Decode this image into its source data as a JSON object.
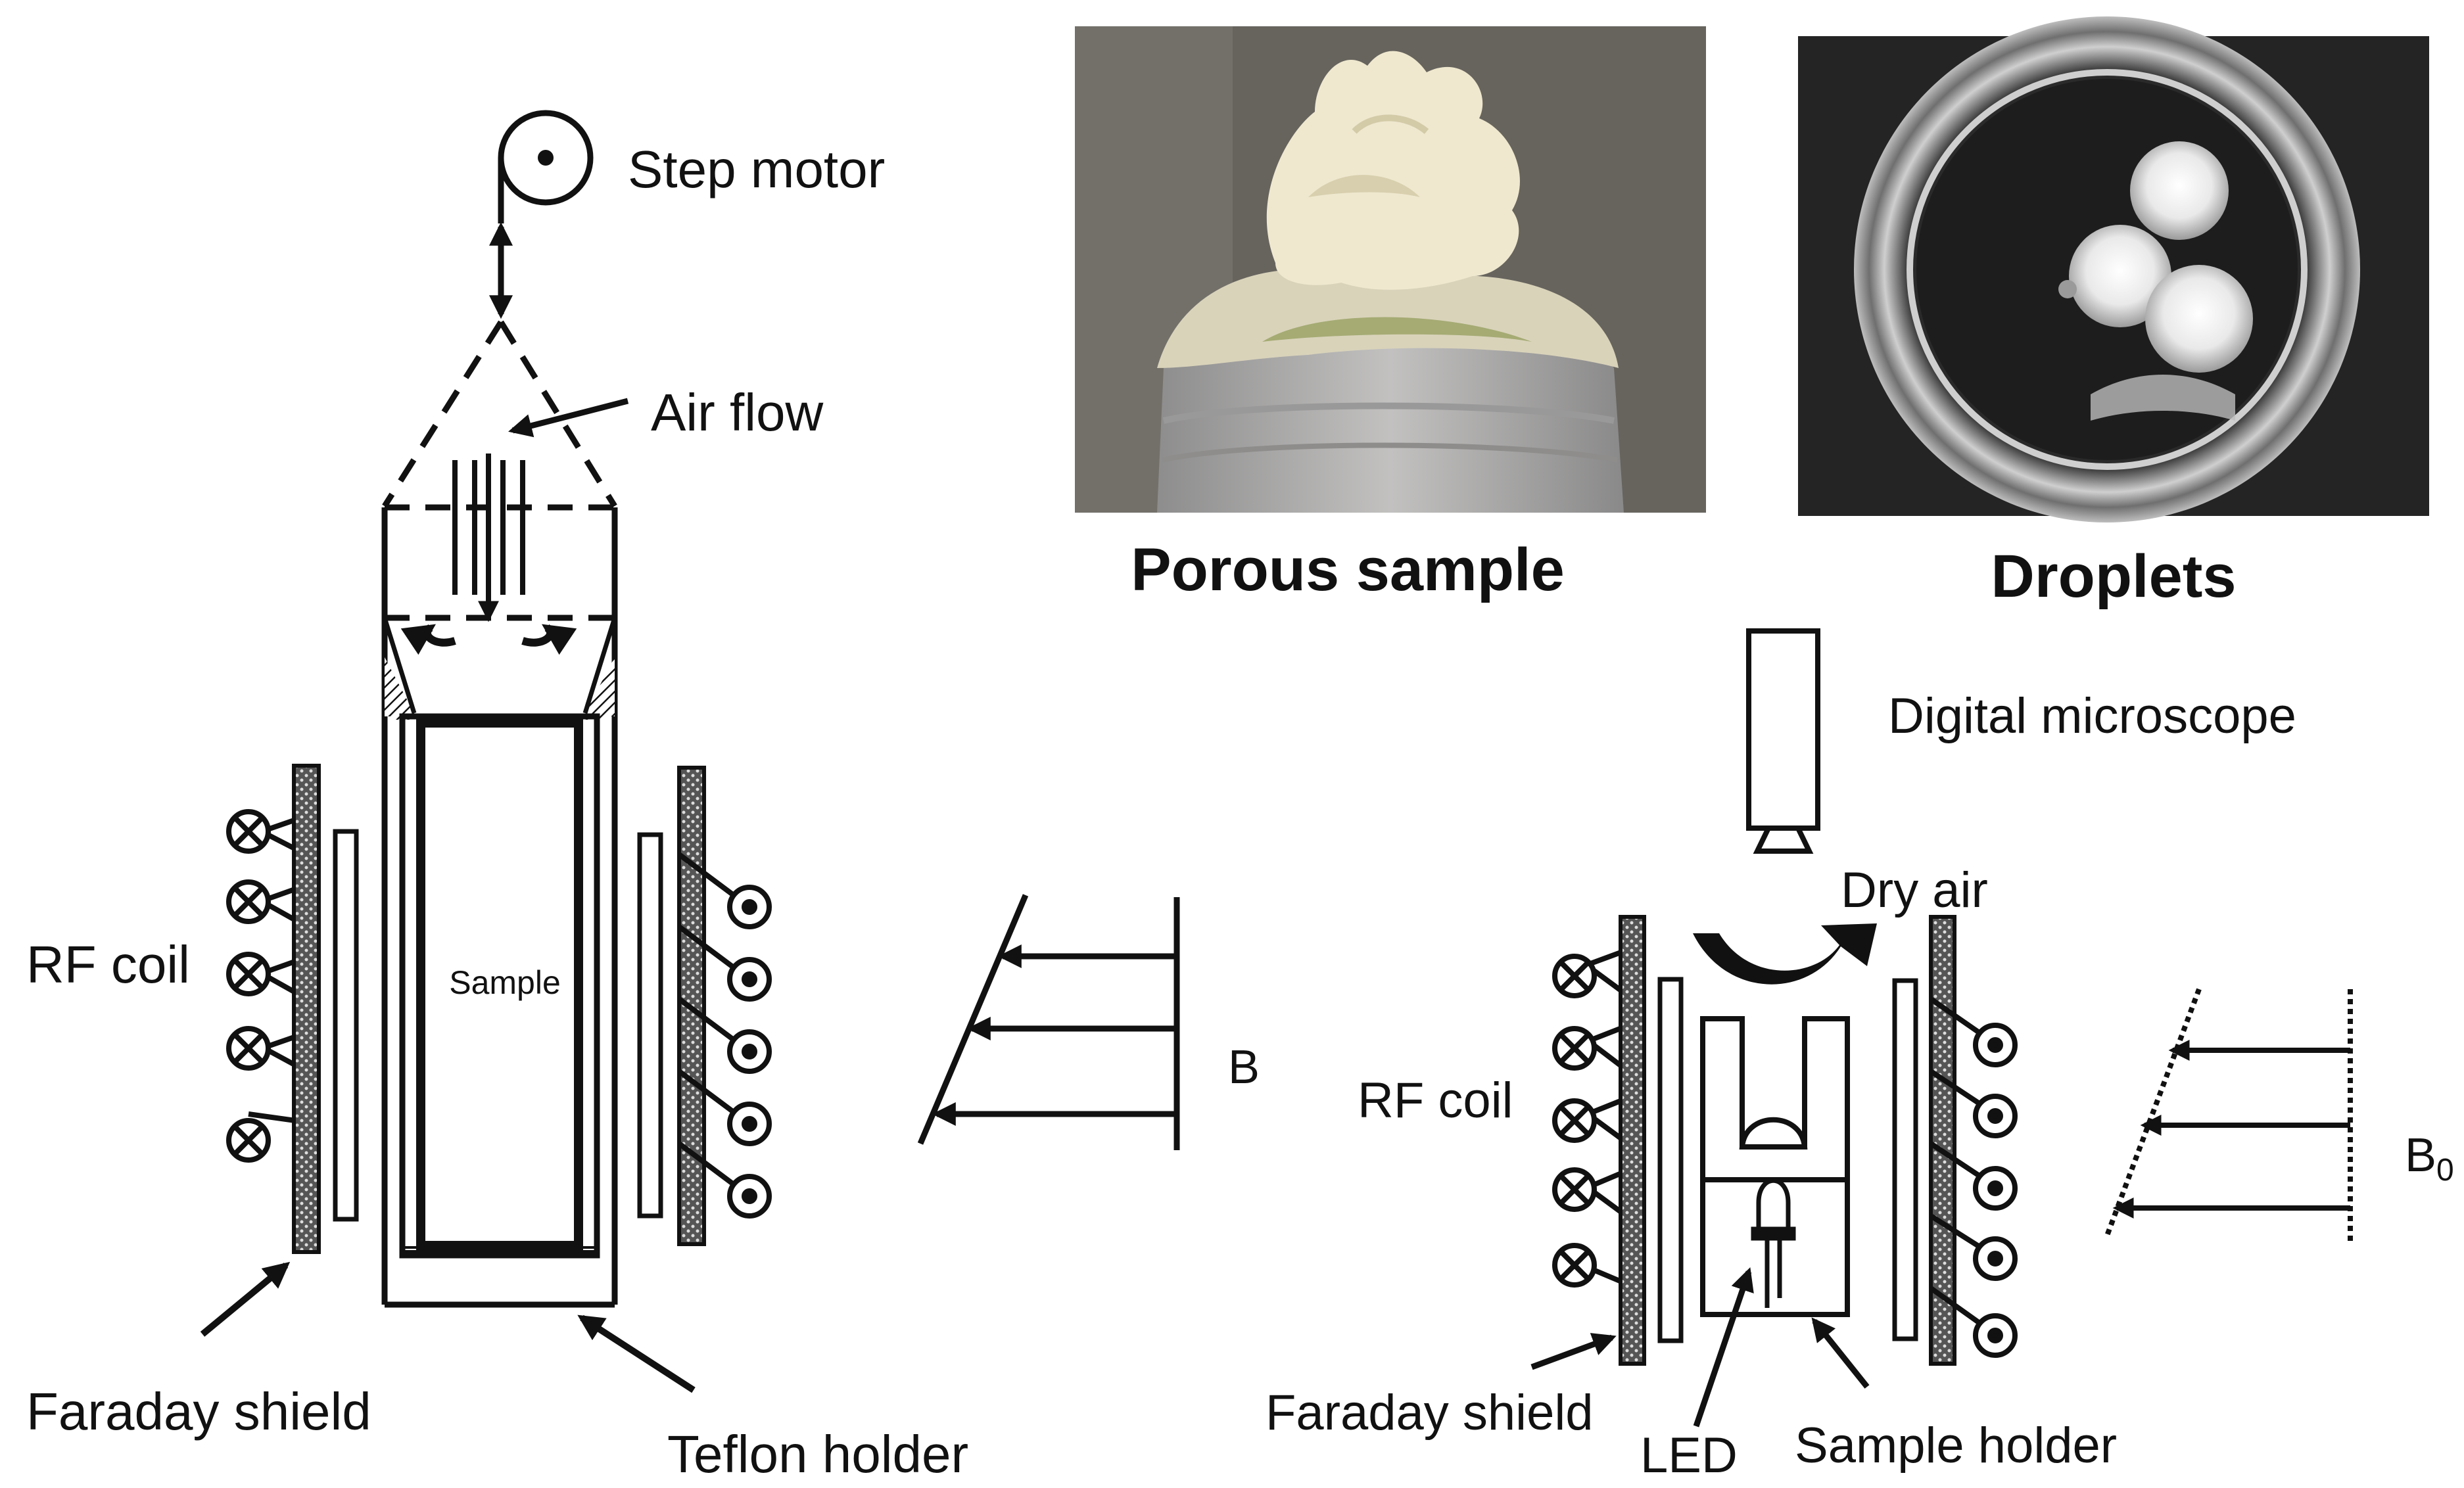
{
  "labels": {
    "step_motor": "Step motor",
    "air_flow": "Air flow",
    "sample": "Sample",
    "rf_coil_left": "RF coil",
    "b_left": "B",
    "faraday_shield_left": "Faraday shield",
    "teflon_holder": "Teflon holder",
    "porous_sample": "Porous sample",
    "droplets": "Droplets",
    "digital_microscope": "Digital microscope",
    "dry_air": "Dry air",
    "rf_coil_right": "RF coil",
    "b_right": "B",
    "b_right_sub": "0",
    "faraday_shield_right": "Faraday shield",
    "led": "LED",
    "sample_holder": "Sample holder"
  },
  "colors": {
    "ink": "#111111",
    "photo_porous_bg": "#6d6a63",
    "photo_porous_foam": "#efe8cf",
    "photo_porous_base": "#a9a8a8",
    "photo_droplets_bg": "#242424",
    "photo_droplets_dish": "#d8d8d8",
    "photo_droplets_drop": "#f4f4f4"
  }
}
